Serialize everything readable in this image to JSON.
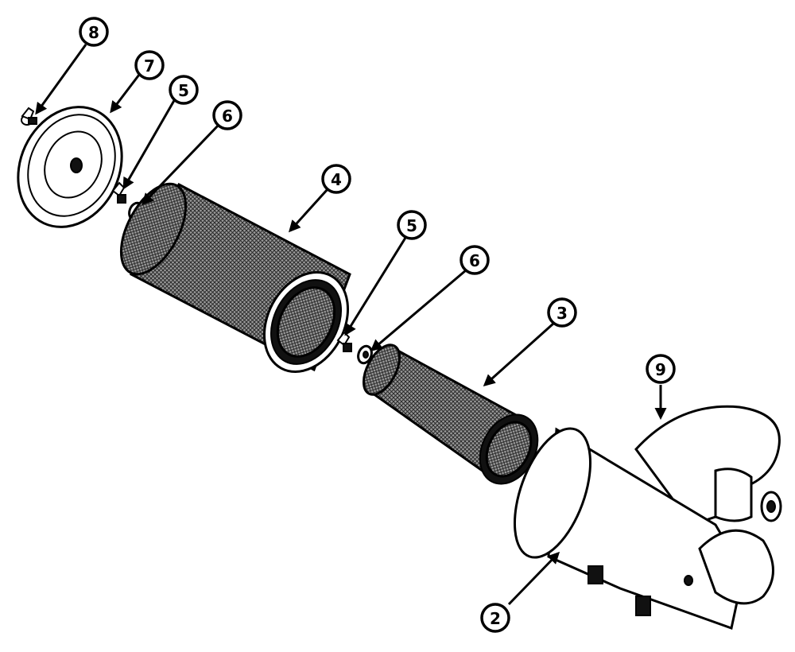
{
  "callouts": [
    {
      "id": "c8",
      "label": "8"
    },
    {
      "id": "c7",
      "label": "7"
    },
    {
      "id": "c5a",
      "label": "5"
    },
    {
      "id": "c6a",
      "label": "6"
    },
    {
      "id": "c4",
      "label": "4"
    },
    {
      "id": "c5b",
      "label": "5"
    },
    {
      "id": "c6b",
      "label": "6"
    },
    {
      "id": "c3",
      "label": "3"
    },
    {
      "id": "c9",
      "label": "9"
    },
    {
      "id": "c2",
      "label": "2"
    }
  ]
}
